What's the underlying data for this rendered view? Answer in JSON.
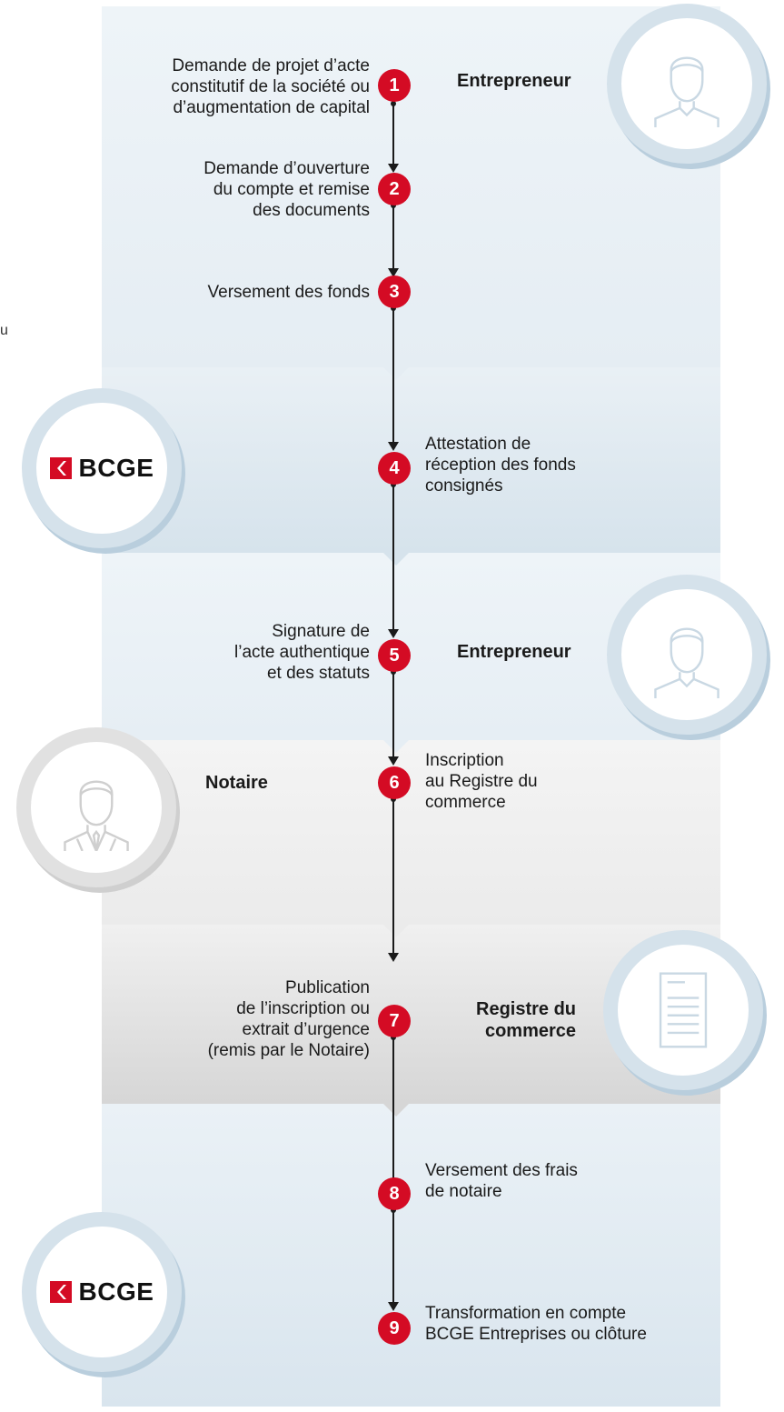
{
  "steps": [
    {
      "number": "1",
      "text": [
        "Demande de projet d’acte",
        "constitutif de la société ou",
        "d’augmentation de capital"
      ]
    },
    {
      "number": "2",
      "text": [
        "Demande d’ouverture",
        "du compte et remise",
        "des documents"
      ]
    },
    {
      "number": "3",
      "text": [
        "Versement des fonds"
      ]
    },
    {
      "number": "4",
      "text": [
        "Attestation de",
        "réception des fonds",
        "consignés"
      ]
    },
    {
      "number": "5",
      "text": [
        "Signature de",
        "l’acte authentique",
        "et des statuts"
      ]
    },
    {
      "number": "6",
      "text": [
        "Inscription",
        "au Registre du",
        "commerce"
      ]
    },
    {
      "number": "7",
      "text": [
        "Publication",
        "de l’inscription ou",
        "extrait d’urgence",
        "(remis par le Notaire)"
      ]
    },
    {
      "number": "8",
      "text": [
        "Versement des frais",
        "de notaire"
      ]
    },
    {
      "number": "9",
      "text": [
        "Transformation en compte",
        "BCGE Entreprises ou clôture"
      ]
    }
  ],
  "roles": {
    "entrepreneur_1": "Entrepreneur",
    "entrepreneur_2": "Entrepreneur",
    "notaire": "Notaire",
    "registre": [
      "Registre du",
      "commerce"
    ]
  },
  "logos": {
    "bank_1": "BCGE",
    "bank_2": "BCGE"
  },
  "edge_fragment": "u",
  "colors": {
    "badge": "#d40b24",
    "blue_band": "#e8f0f5",
    "grey_band": "#eeeeee",
    "circle_ring": "#d5e2eb"
  },
  "icons": [
    "person-icon",
    "notary-icon",
    "document-icon",
    "bcge-logo"
  ]
}
